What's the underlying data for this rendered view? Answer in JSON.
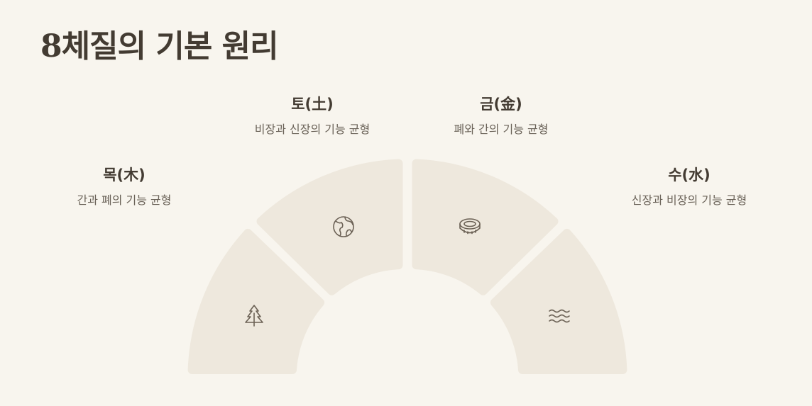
{
  "title": "8체질의 기본 원리",
  "elements": [
    {
      "name": "목(木)",
      "description": "간과 폐의 기능 균형",
      "icon": "tree-icon"
    },
    {
      "name": "토(土)",
      "description": "비장과 신장의 기능 균형",
      "icon": "globe-icon"
    },
    {
      "name": "금(金)",
      "description": "폐와 간의 기능 균형",
      "icon": "coin-icon"
    },
    {
      "name": "수(水)",
      "description": "신장과 비장의 기능 균형",
      "icon": "water-waves-icon"
    }
  ],
  "colors": {
    "background": "#f8f5ee",
    "segment_fill": "#eee8dd",
    "icon_stroke": "#6b6155",
    "title": "#433b32",
    "description": "#6a6258"
  }
}
